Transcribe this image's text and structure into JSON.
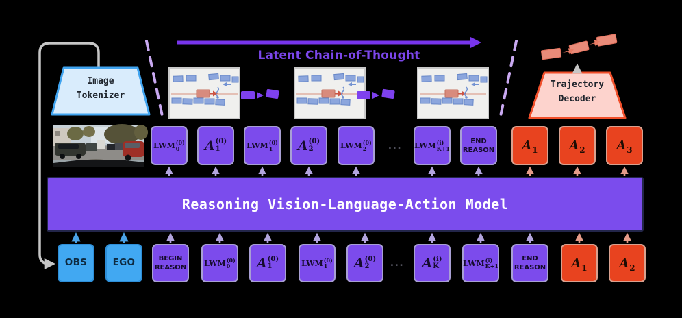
{
  "cot": {
    "label": "Latent Chain-of-Thought"
  },
  "tokenizer": {
    "label": "Image\nTokenizer"
  },
  "decoder": {
    "label": "Trajectory\nDecoder"
  },
  "model": {
    "label": "Reasoning Vision-Language-Action Model"
  },
  "mid_row": {
    "tokens": [
      {
        "base": "LWM",
        "sub": "0",
        "sup": "(0)"
      },
      {
        "base": "A",
        "sub": "1",
        "sup": "(0)"
      },
      {
        "base": "LWM",
        "sub": "1",
        "sup": "(0)"
      },
      {
        "base": "A",
        "sub": "2",
        "sup": "(0)"
      },
      {
        "base": "LWM",
        "sub": "2",
        "sup": "(0)"
      },
      {
        "base": "LWM",
        "sub": "K+1",
        "sup": "(i)"
      },
      {
        "label": "END\nREASON"
      },
      {
        "base": "A",
        "sub": "1"
      },
      {
        "base": "A",
        "sub": "2"
      },
      {
        "base": "A",
        "sub": "3"
      }
    ],
    "ellipsis": "..."
  },
  "bottom_row": {
    "tokens": [
      {
        "label": "OBS"
      },
      {
        "label": "EGO"
      },
      {
        "label": "BEGIN\nREASON"
      },
      {
        "base": "LWM",
        "sub": "0",
        "sup": "(0)"
      },
      {
        "base": "A",
        "sub": "1",
        "sup": "(0)"
      },
      {
        "base": "LWM",
        "sub": "1",
        "sup": "(0)"
      },
      {
        "base": "A",
        "sub": "2",
        "sup": "(0)"
      },
      {
        "base": "A",
        "sub": "K",
        "sup": "(i)"
      },
      {
        "base": "LWM",
        "sub": "K+1",
        "sup": "(i)"
      },
      {
        "label": "END\nREASON"
      },
      {
        "base": "A",
        "sub": "1"
      },
      {
        "base": "A",
        "sub": "2"
      }
    ],
    "ellipsis": "..."
  },
  "colors": {
    "purple_token": "#7c4bec",
    "blue_token": "#41a8f2",
    "red_token": "#e8431f",
    "model_box": "#7b4ced",
    "cot_text": "#7b46ea",
    "cot_arrow": "#7835ec",
    "dashed_separator": "#c9a9f1",
    "lavender_arrow": "#b2a4de",
    "salmon_arrow": "#e59b88",
    "blue_arrow": "#4aa3e8",
    "gray_wire": "#c6c6c6",
    "tokenizer_fill": "#d9ecfc",
    "tokenizer_border": "#3fa3ef",
    "decoder_fill": "#fdd3cd",
    "decoder_border": "#f14f2a",
    "trajectory_box": "#e98b79"
  }
}
